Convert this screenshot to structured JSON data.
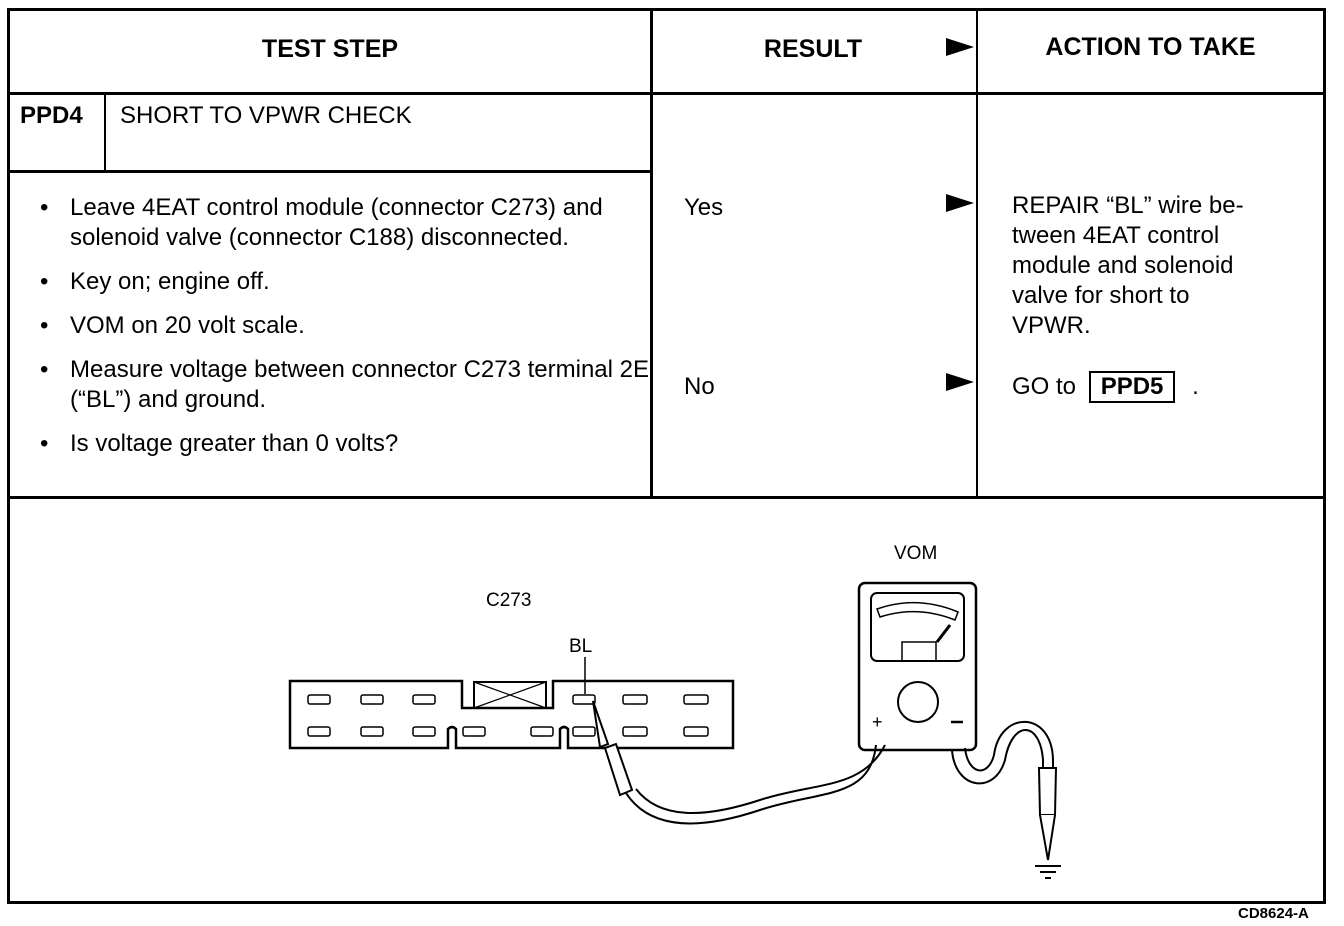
{
  "header": {
    "test_step": "TEST STEP",
    "result": "RESULT",
    "action": "ACTION TO TAKE"
  },
  "step": {
    "id": "PPD4",
    "title": "SHORT TO VPWR CHECK",
    "bullets": [
      "Leave 4EAT control module (connector C273) and solenoid valve (connector C188) disconnected.",
      "Key on; engine off.",
      "VOM on 20 volt scale.",
      "Measure voltage between connector C273 terminal 2E (“BL”) and ground.",
      "Is voltage greater than 0 volts?"
    ]
  },
  "results": [
    {
      "label": "Yes",
      "action": "REPAIR “BL” wire be-\ntween 4EAT control\nmodule and solenoid\nvalve for short to\nVPWR."
    },
    {
      "label": "No",
      "action_prefix": "GO to",
      "action_ref": "PPD5",
      "action_suffix": "."
    }
  ],
  "diagram": {
    "connector_label": "C273",
    "pin_label": "BL",
    "meter_label": "VOM",
    "plus": "+",
    "minus": "−"
  },
  "figure_id": "CD8624-A"
}
